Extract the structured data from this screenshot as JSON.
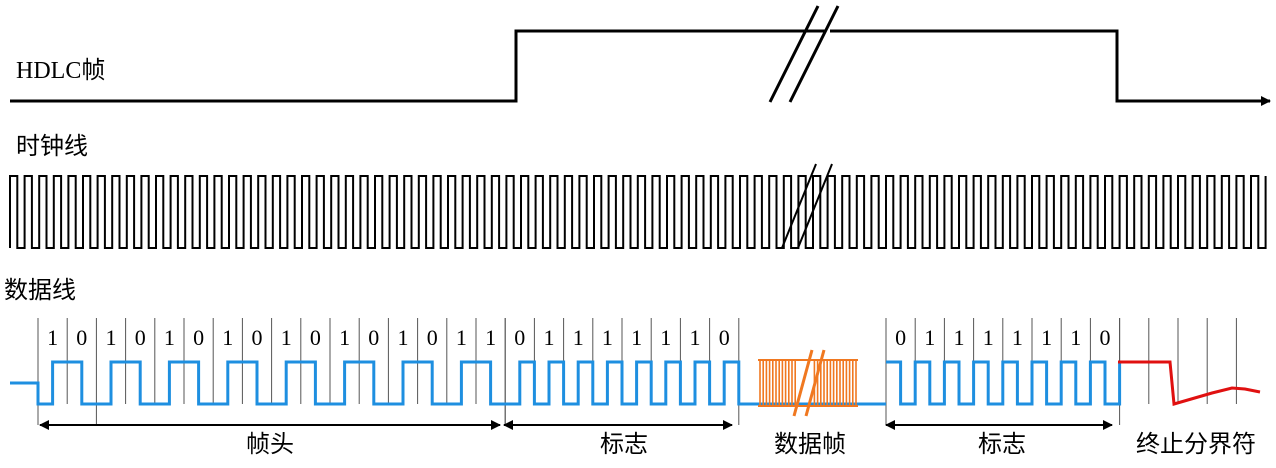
{
  "labels": {
    "hdlc_frame": "HDLC帧",
    "clock_line": "时钟线",
    "data_line": "数据线"
  },
  "preamble_bits": [
    "1",
    "0",
    "1",
    "0",
    "1",
    "0",
    "1",
    "0",
    "1",
    "0",
    "1",
    "0",
    "1",
    "0",
    "1",
    "1"
  ],
  "start_flag_bits": [
    "0",
    "1",
    "1",
    "1",
    "1",
    "1",
    "1",
    "0"
  ],
  "end_flag_bits": [
    "0",
    "1",
    "1",
    "1",
    "1",
    "1",
    "1",
    "0"
  ],
  "sections": {
    "preamble": "帧头",
    "start_flag": "标志",
    "data_frame": "数据帧",
    "end_flag": "标志",
    "terminator": "终止分界符"
  },
  "colors": {
    "line": "#000000",
    "data_signal": "#1e8fe0",
    "data_burst": "#f07820",
    "terminator": "#e01010"
  }
}
